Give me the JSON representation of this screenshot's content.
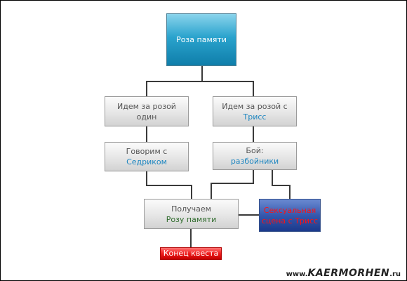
{
  "nodes": {
    "root": {
      "text": "Роза памяти"
    },
    "branch_alone": {
      "line1": "Идем за розой",
      "line2": "один"
    },
    "branch_triss": {
      "line1": "Идем за розой с",
      "line2": "Трисс"
    },
    "talk_cedric": {
      "line1": "Говорим с",
      "line2": "Седриком"
    },
    "fight": {
      "line1": "Бой:",
      "line2": "разбойники"
    },
    "receive": {
      "line1": "Получаем",
      "line2": "Розу памяти"
    },
    "sex_scene": {
      "line1": "Сексуальная",
      "line2": "сцена с Трисс"
    },
    "end": {
      "text": "Конец квеста"
    }
  },
  "watermark": {
    "prefix": "www.",
    "brand": "KAERMORHEN",
    "suffix": ".ru"
  },
  "colors": {
    "root": "#1a8fbf",
    "sex_scene": "#2a4a9e",
    "end": "#e81818",
    "highlight_text": "#1e86c0",
    "receive_text": "#2f6b2c"
  }
}
